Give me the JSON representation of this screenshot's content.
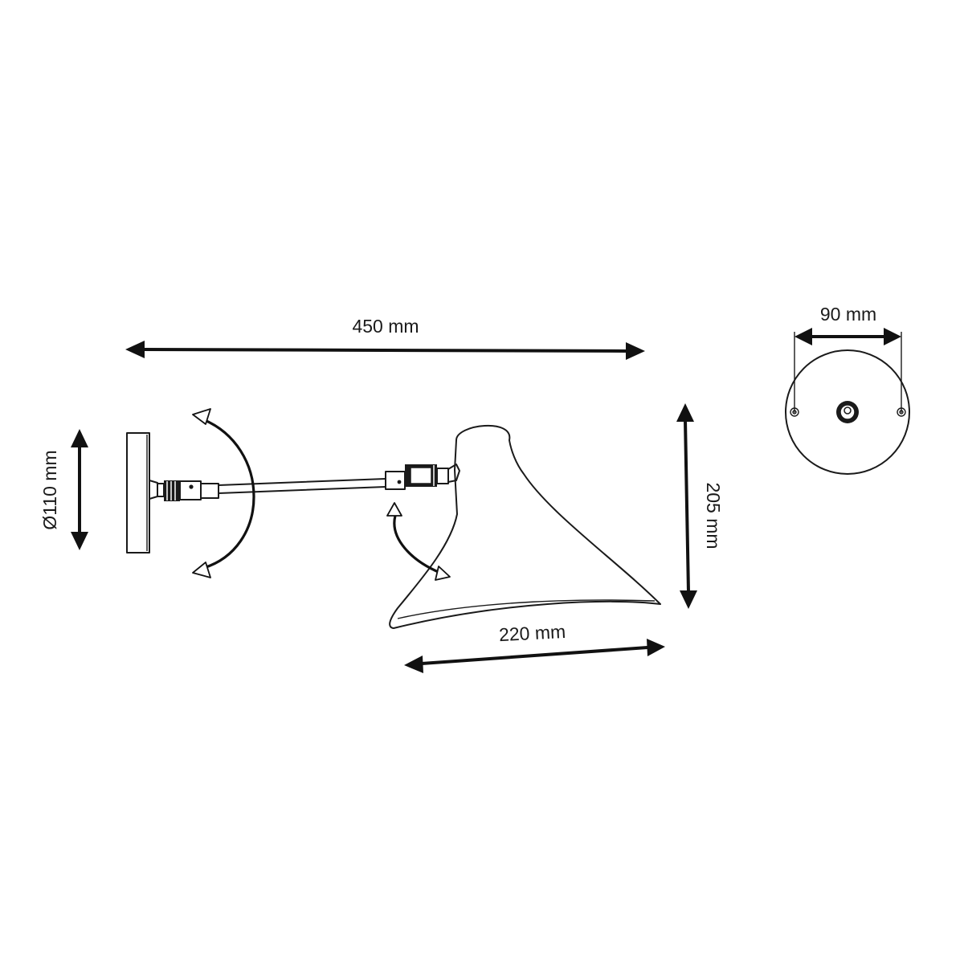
{
  "dimensions": {
    "total_length": "450 mm",
    "wall_plate_diameter": "Ø110 mm",
    "shade_height": "205 mm",
    "shade_width": "220 mm",
    "mounting_hole_spacing": "90 mm"
  }
}
